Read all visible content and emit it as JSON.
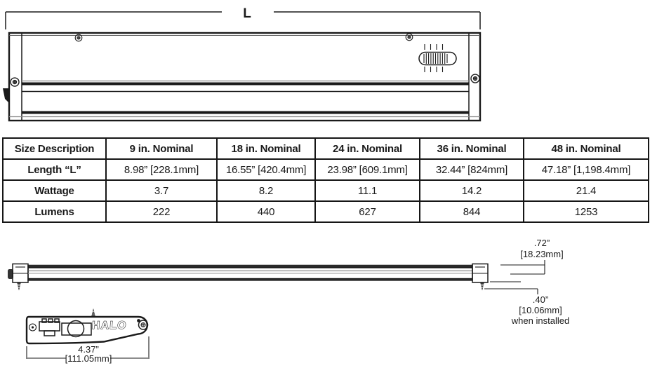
{
  "front_view": {
    "length_label": "L"
  },
  "spec_table": {
    "columns": [
      "Size Description",
      "9 in. Nominal",
      "18 in. Nominal",
      "24 in. Nominal",
      "36 in. Nominal",
      "48 in. Nominal"
    ],
    "rows": [
      {
        "label": "Length “L”",
        "values": [
          "8.98” [228.1mm]",
          "16.55” [420.4mm]",
          "23.98” [609.1mm]",
          "32.44” [824mm]",
          "47.18” [1,198.4mm]"
        ]
      },
      {
        "label": "Wattage",
        "values": [
          "3.7",
          "8.2",
          "11.1",
          "14.2",
          "21.4"
        ]
      },
      {
        "label": "Lumens",
        "values": [
          "222",
          "440",
          "627",
          "844",
          "1253"
        ]
      }
    ]
  },
  "side_view": {
    "height_in": ".72”",
    "height_mm": "[18.23mm]",
    "installed_in": ".40”",
    "installed_mm": "[10.06mm]",
    "installed_note": "when installed"
  },
  "end_view": {
    "brand": "HALO",
    "length_in": "4.37”",
    "length_mm": "[111.05mm]"
  },
  "colors": {
    "line": "#1a1a1a",
    "background": "#ffffff"
  }
}
